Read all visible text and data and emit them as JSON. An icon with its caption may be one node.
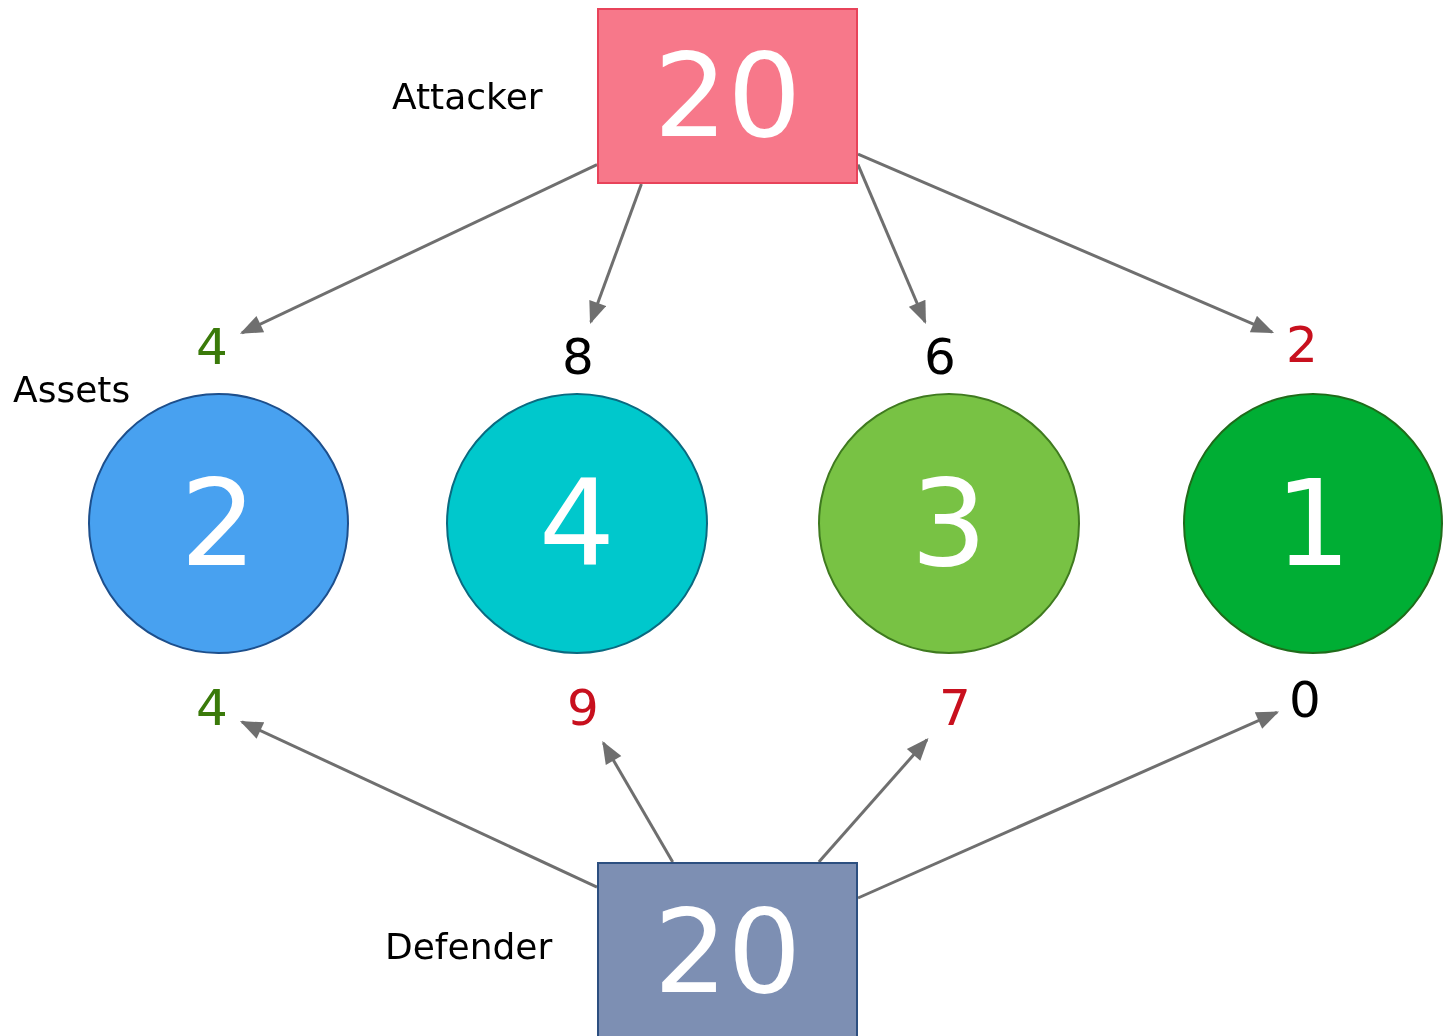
{
  "diagram": {
    "nodes": [
      {
        "text": [
          "20"
        ],
        "beside": [
          "Attacker"
        ]
      },
      {
        "text": [
          "4"
        ]
      },
      {
        "text": [
          "8"
        ]
      },
      {
        "text": [
          "6"
        ]
      },
      {
        "text": [
          "2"
        ]
      },
      {
        "text": [
          "2"
        ]
      },
      {
        "text": [
          "4"
        ]
      },
      {
        "text": [
          "3"
        ]
      },
      {
        "text": [
          "1"
        ]
      },
      {
        "text": [
          "4"
        ]
      },
      {
        "text": [
          "9"
        ]
      },
      {
        "text": [
          "7"
        ]
      },
      {
        "text": [
          "0"
        ]
      },
      {
        "text": [
          "20"
        ],
        "beside": [
          "Defender"
        ]
      }
    ],
    "edges": [
      {
        "from": 0,
        "to": 1,
        "arrow": "to"
      },
      {
        "from": 0,
        "to": 2,
        "arrow": "to"
      },
      {
        "from": 0,
        "to": 3,
        "arrow": "to"
      },
      {
        "from": 0,
        "to": 4,
        "arrow": "to"
      },
      {
        "from": 13,
        "to": 9,
        "arrow": "to"
      },
      {
        "from": 13,
        "to": 10,
        "arrow": "to"
      },
      {
        "from": 13,
        "to": 11,
        "arrow": "to"
      },
      {
        "from": 13,
        "to": 12,
        "arrow": "to"
      }
    ],
    "labels": [
      "Assets"
    ]
  }
}
